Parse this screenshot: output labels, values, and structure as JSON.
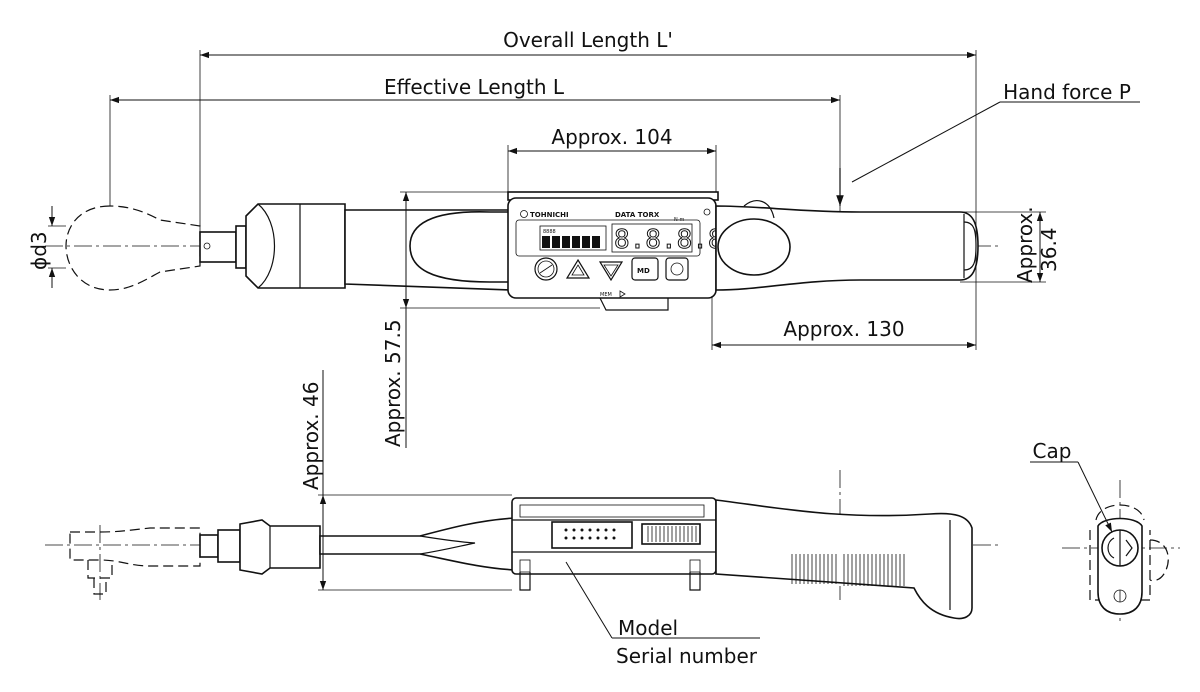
{
  "labels": {
    "overall_length": "Overall Length L'",
    "effective_length": "Effective Length L",
    "hand_force": "Hand force P",
    "approx_104": "Approx. 104",
    "approx_130": "Approx. 130",
    "approx_36_4_line1": "Approx.",
    "approx_36_4_line2": "36.4",
    "approx_57_5": "Approx. 57.5",
    "approx_46": "Approx. 46",
    "phi_d3": "ϕd3",
    "cap": "Cap",
    "model": "Model",
    "serial_number": "Serial number"
  },
  "device": {
    "brand": "TOHNICHI",
    "product": "DATA TORX",
    "model_tag": "N-m",
    "small_readout": "8888",
    "main_readout": "8.8.8.8",
    "mem_label": "MEM",
    "md_button": "MD"
  },
  "icons": [
    "power-button-icon",
    "up-triangle-button-icon",
    "down-triangle-button-icon",
    "md-button-icon",
    "clear-button-icon",
    "hand-force-arrow-icon"
  ]
}
